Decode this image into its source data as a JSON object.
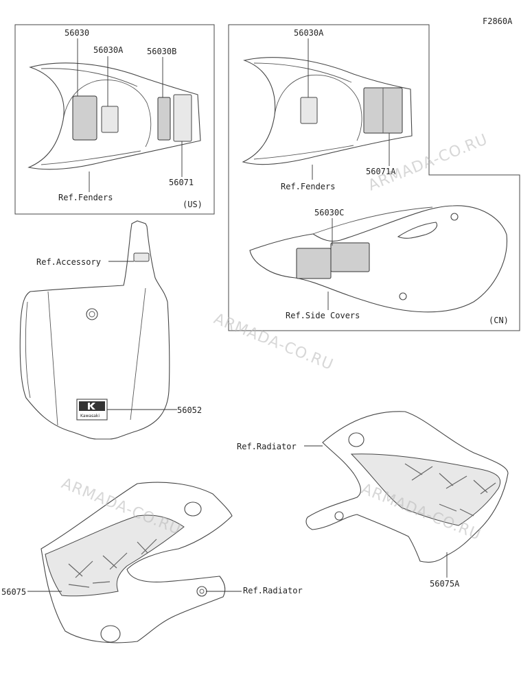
{
  "figure_code": "F2860A",
  "watermark": "ARMADA-CO.RU",
  "panels": {
    "us": {
      "region_tag": "(US)",
      "ref_label": "Ref.Fenders",
      "callouts": [
        "56030",
        "56030A",
        "56030B",
        "56071"
      ]
    },
    "cn": {
      "region_tag": "(CN)",
      "ref_fenders_label": "Ref.Fenders",
      "ref_side_covers_label": "Ref.Side Covers",
      "callouts": [
        "56030A",
        "56071A",
        "56030C"
      ]
    }
  },
  "number_plate": {
    "ref_label": "Ref.Accessory",
    "callout": "56052",
    "logo_text": "Kawasaki"
  },
  "shroud_left": {
    "callout": "56075",
    "ref_label": "Ref.Radiator"
  },
  "shroud_right": {
    "callout": "56075A",
    "ref_label": "Ref.Radiator"
  }
}
